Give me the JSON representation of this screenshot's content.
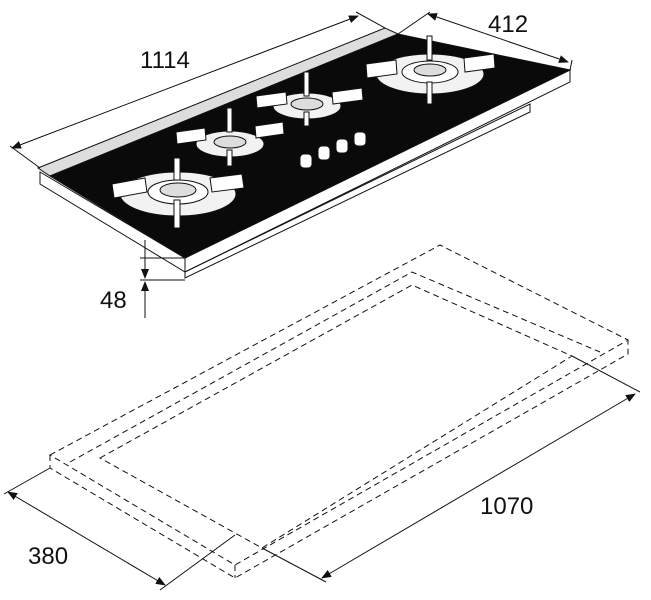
{
  "dimensions": {
    "hob_width": "1114",
    "hob_depth": "412",
    "hob_height": "48",
    "cutout_width": "1070",
    "cutout_depth": "380"
  }
}
